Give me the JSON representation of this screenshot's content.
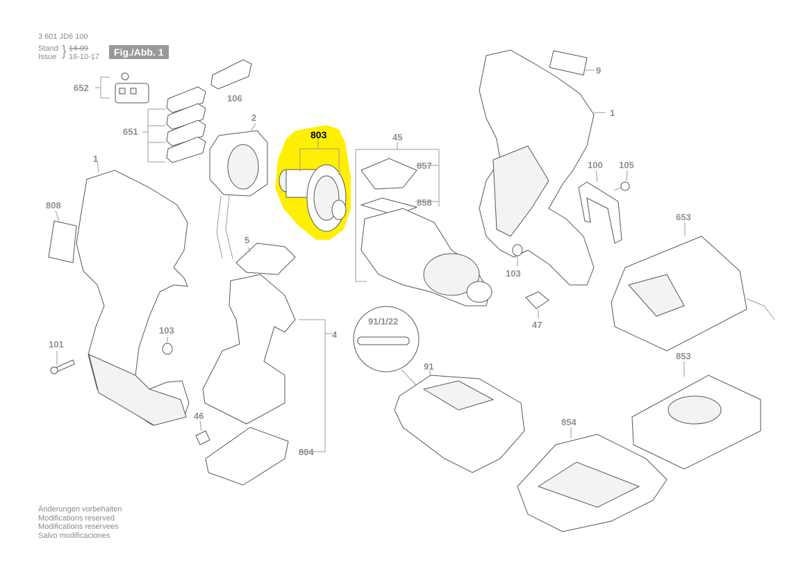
{
  "header": {
    "doc_number": "3 601 JD6 100",
    "stand_label": "Stand",
    "issue_label": "Issue",
    "old_date": "14-09",
    "new_date": "16-10-17",
    "fig_badge": "Fig./Abb. 1"
  },
  "highlight": {
    "part": "803",
    "color": "#ffef00"
  },
  "parts": {
    "p9": "9",
    "p1a": "1",
    "p1b": "1",
    "p652": "652",
    "p106": "106",
    "p651": "651",
    "p2": "2",
    "p803": "803",
    "p45": "45",
    "p857": "857",
    "p858": "858",
    "p100": "100",
    "p105": "105",
    "p808": "808",
    "p653": "653",
    "p5": "5",
    "p103a": "103",
    "p103b": "103",
    "p47": "47",
    "p4": "4",
    "p101": "101",
    "p91_1_22": "91/1/22",
    "p91": "91",
    "p853": "853",
    "p46": "46",
    "p854": "854",
    "p804": "804"
  },
  "footer_notes": [
    "Änderungen vorbehalten",
    "Modifications reserved",
    "Modifications reservees",
    "Salvo modificaciones"
  ]
}
